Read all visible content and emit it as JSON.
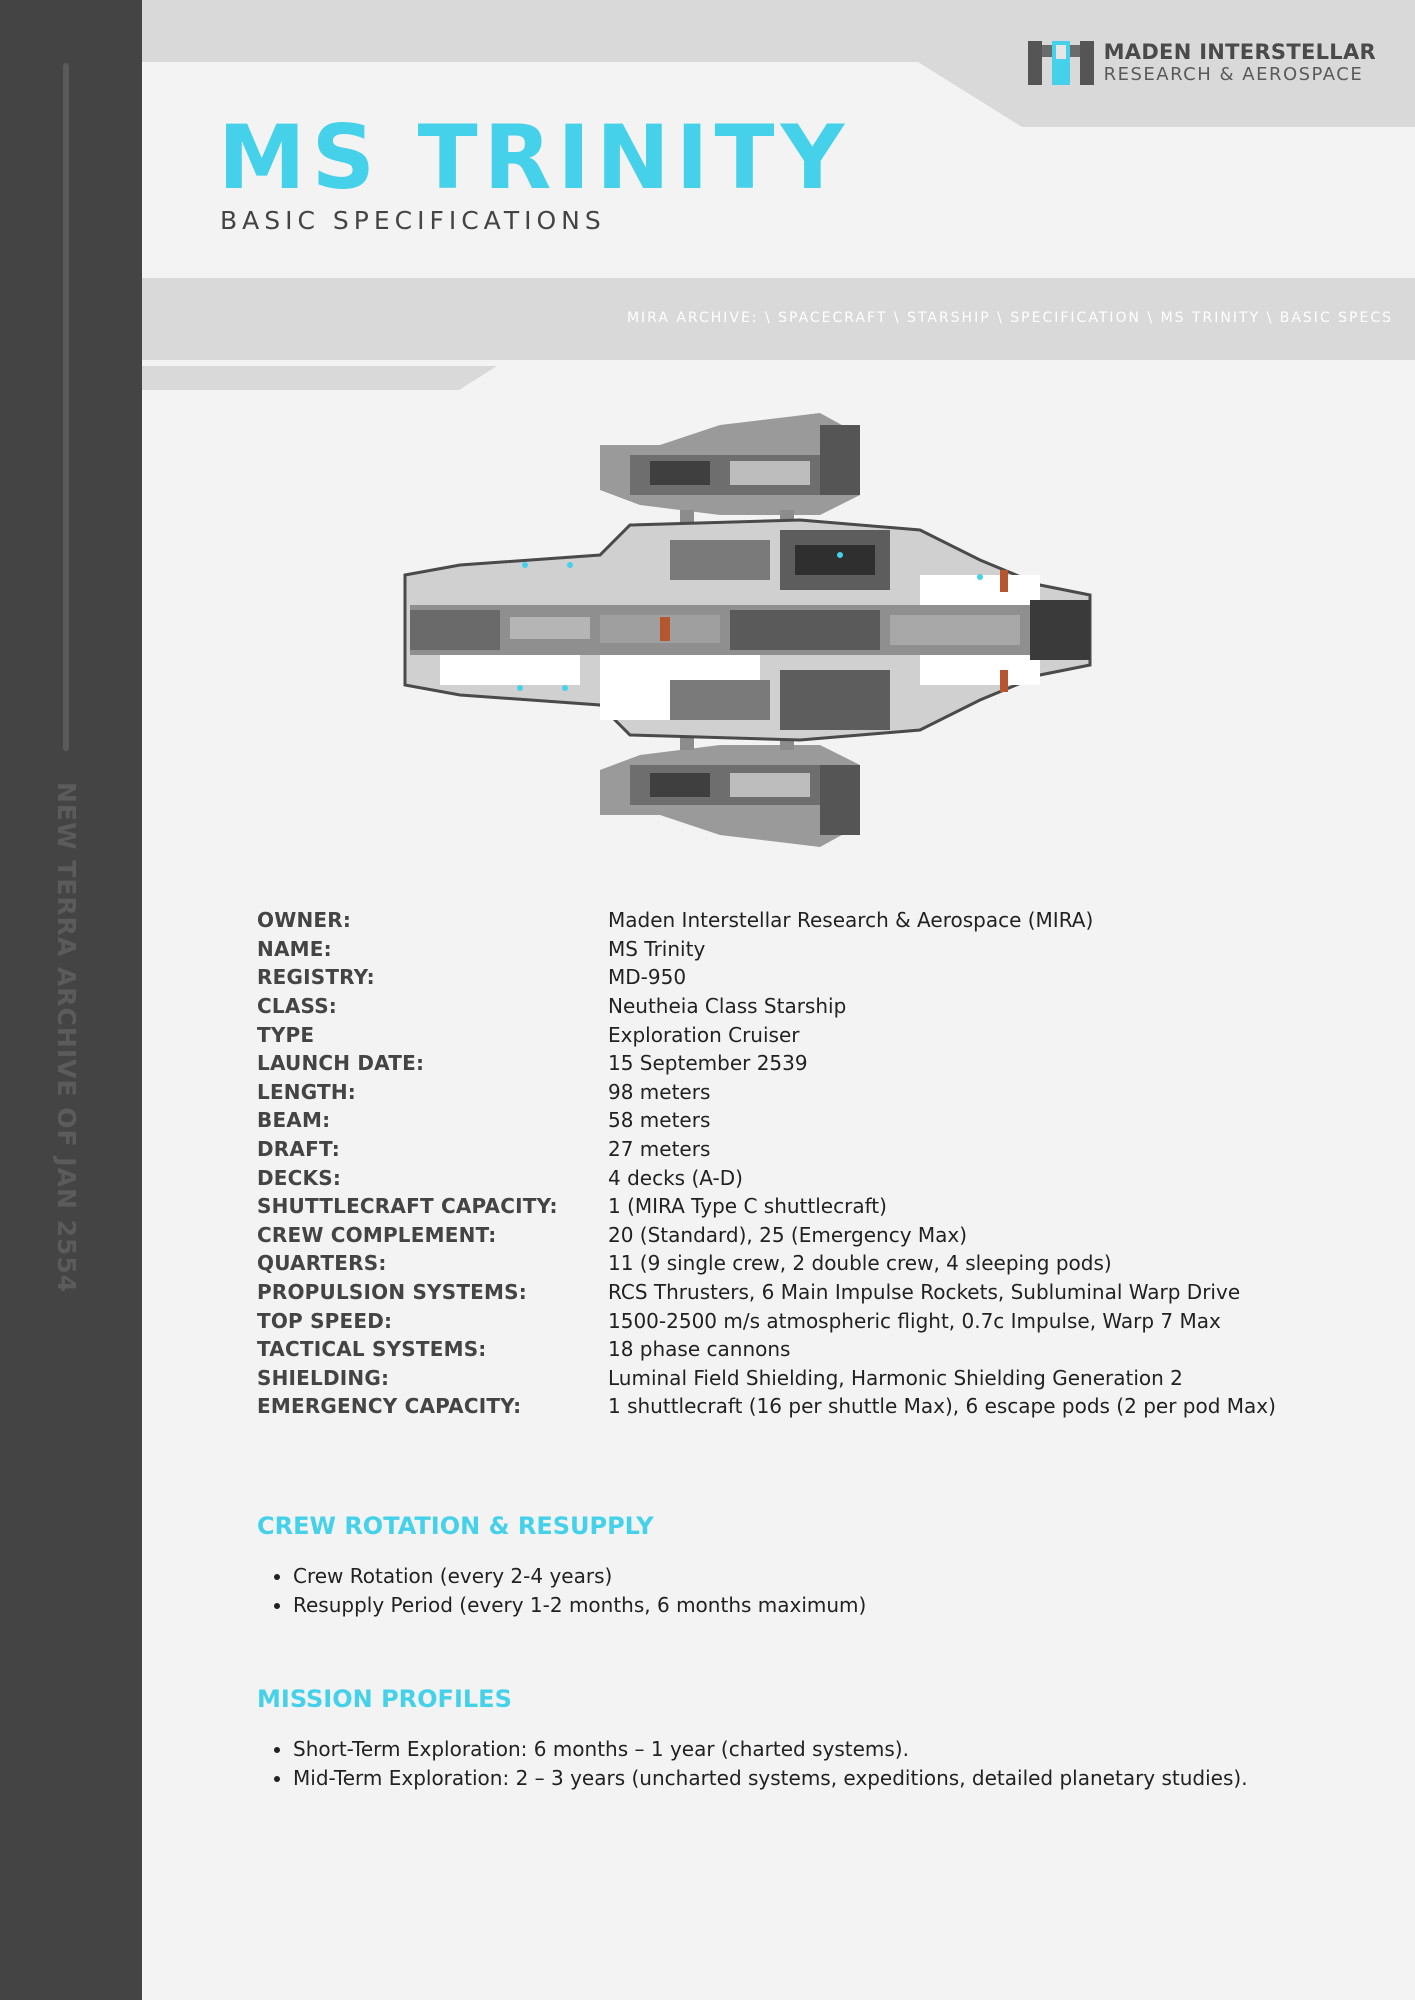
{
  "sidebar": {
    "vertical_text": "NEW TERRA ARCHIVE OF JAN 2554"
  },
  "logo": {
    "title": "MADEN INTERSTELLAR",
    "subtitle": "RESEARCH & AEROSPACE"
  },
  "header": {
    "title": "MS TRINITY",
    "subtitle": "BASIC SPECIFICATIONS"
  },
  "breadcrumb": "MIRA ARCHIVE: \\ SPACECRAFT \\ STARSHIP \\ SPECIFICATION \\ MS TRINITY \\ BASIC SPECS",
  "colors": {
    "accent": "#45d1ea",
    "sidebar": "#444444",
    "band": "#d9d9d9",
    "page": "#f3f3f3"
  },
  "specs": [
    {
      "label": "OWNER:",
      "value": "Maden Interstellar Research & Aerospace (MIRA)"
    },
    {
      "label": "NAME:",
      "value": "MS Trinity"
    },
    {
      "label": "REGISTRY:",
      "value": "MD-950"
    },
    {
      "label": "CLASS:",
      "value": "Neutheia Class Starship"
    },
    {
      "label": "TYPE",
      "value": "Exploration Cruiser"
    },
    {
      "label": "LAUNCH DATE:",
      "value": "15 September 2539"
    },
    {
      "label": "LENGTH:",
      "value": "98 meters"
    },
    {
      "label": "BEAM:",
      "value": "58 meters"
    },
    {
      "label": "DRAFT:",
      "value": "27 meters"
    },
    {
      "label": "DECKS:",
      "value": "4 decks (A-D)"
    },
    {
      "label": "SHUTTLECRAFT CAPACITY:",
      "value": "1 (MIRA Type C shuttlecraft)"
    },
    {
      "label": "CREW COMPLEMENT:",
      "value": "20 (Standard), 25 (Emergency Max)"
    },
    {
      "label": "QUARTERS:",
      "value": "11 (9 single crew, 2 double crew, 4 sleeping pods)"
    },
    {
      "label": "PROPULSION SYSTEMS:",
      "value": "RCS Thrusters, 6 Main Impulse Rockets, Subluminal Warp Drive"
    },
    {
      "label": "TOP SPEED:",
      "value": "1500-2500 m/s atmospheric flight, 0.7c Impulse, Warp 7 Max"
    },
    {
      "label": "TACTICAL SYSTEMS:",
      "value": "18 phase cannons"
    },
    {
      "label": "SHIELDING:",
      "value": "Luminal Field Shielding, Harmonic Shielding Generation 2"
    },
    {
      "label": "EMERGENCY CAPACITY:",
      "value": "1 shuttlecraft (16 per shuttle Max), 6 escape pods (2 per pod Max)"
    }
  ],
  "crew_rotation": {
    "heading": "CREW ROTATION & RESUPPLY",
    "items": [
      "Crew Rotation (every 2-4 years)",
      "Resupply Period (every 1-2 months, 6 months maximum)"
    ]
  },
  "mission_profiles": {
    "heading": "MISSION PROFILES",
    "items": [
      "Short-Term Exploration: 6 months – 1 year (charted systems).",
      "Mid-Term Exploration: 2 – 3 years (uncharted systems, expeditions, detailed planetary studies)."
    ]
  },
  "icons": {
    "logo_mark": "mira-logo-icon",
    "ship_image": "starship-blueprint"
  }
}
